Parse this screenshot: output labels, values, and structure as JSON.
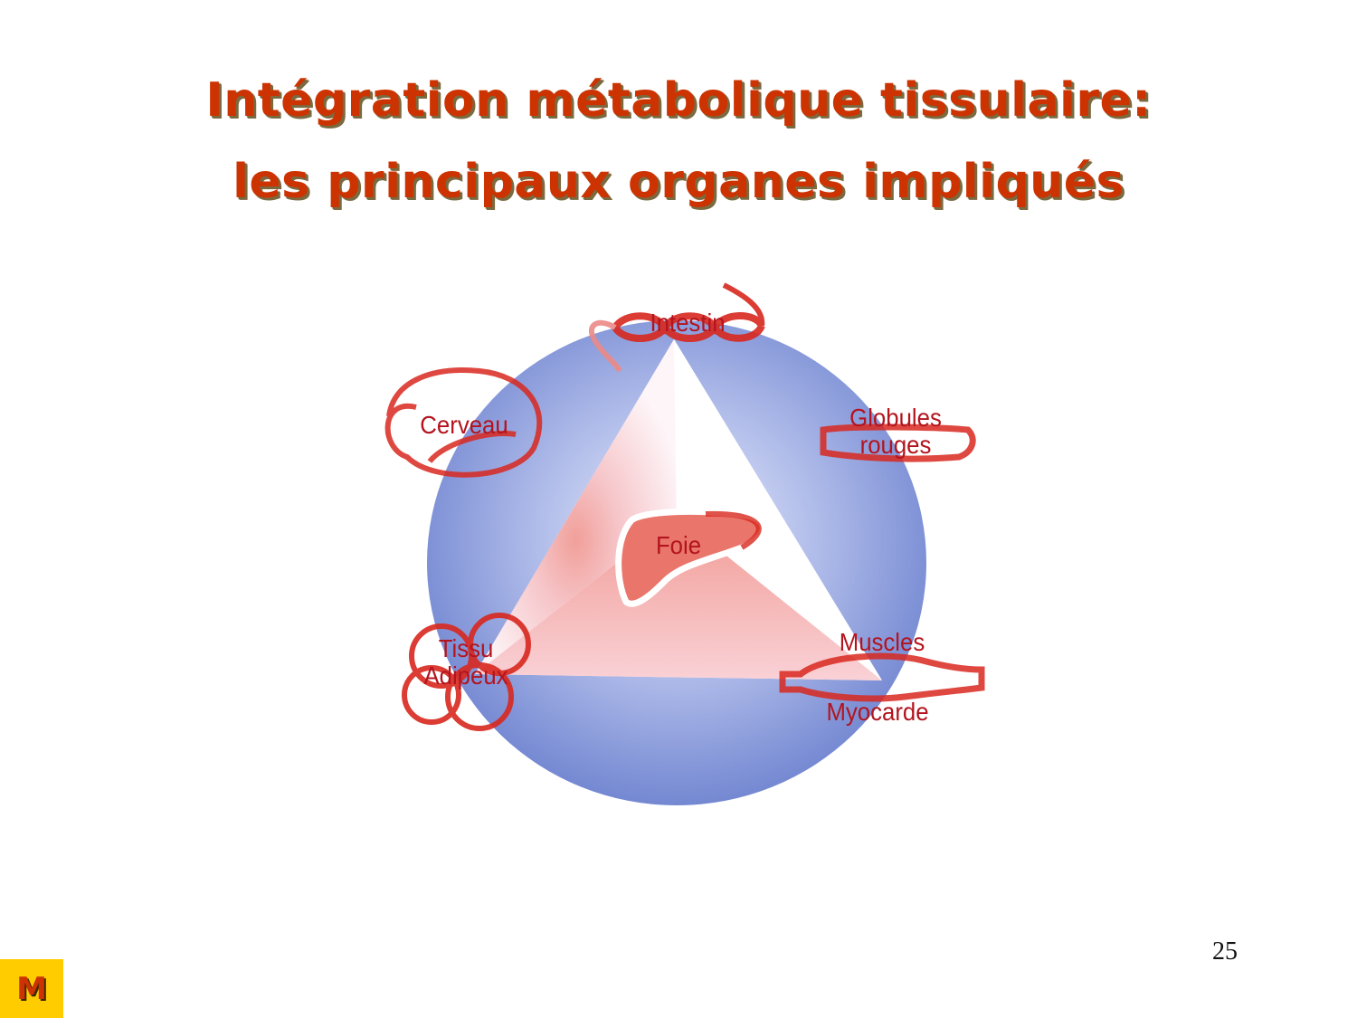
{
  "slide": {
    "title_line1": "Intégration métabolique tissulaire:",
    "title_line2": "les principaux organes impliqués",
    "page_number": "25",
    "badge_label": "M"
  },
  "diagram": {
    "center_organ": "Foie",
    "organs": {
      "intestin": "Intestin",
      "cerveau": "Cerveau",
      "globules_line1": "Globules",
      "globules_line2": "rouges",
      "tissu_line1": "Tissu",
      "tissu_line2": "Adipeux",
      "muscles": "Muscles",
      "myocarde": "Myocarde"
    },
    "colors": {
      "title": "#cc3300",
      "circle": "#7d8fd6",
      "organ_red": "#d8281e",
      "label_red": "#b3141e",
      "badge_bg": "#ffcc00"
    }
  }
}
